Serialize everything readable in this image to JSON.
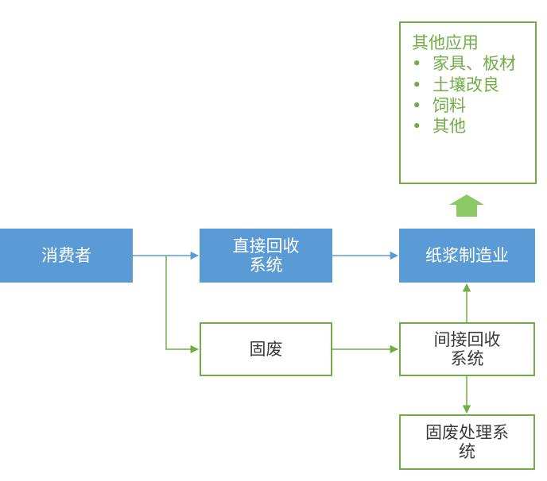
{
  "nodes": {
    "consumer": "消费者",
    "direct_recycle": [
      "直接回收",
      "系统"
    ],
    "pulp": "纸浆制造业",
    "solid_waste": "固废",
    "indirect_recycle": [
      "间接回收",
      "系统"
    ],
    "solid_waste_treatment": [
      "固废处理系",
      "统"
    ]
  },
  "other_uses": {
    "title": "其他应用",
    "items": [
      "家具、板材",
      "土壤改良",
      "饲料",
      "其他"
    ]
  },
  "colors": {
    "blue_fill": "#5b9bd5",
    "green": "#70ad47",
    "blue_arrow": "#5b9bd5"
  }
}
